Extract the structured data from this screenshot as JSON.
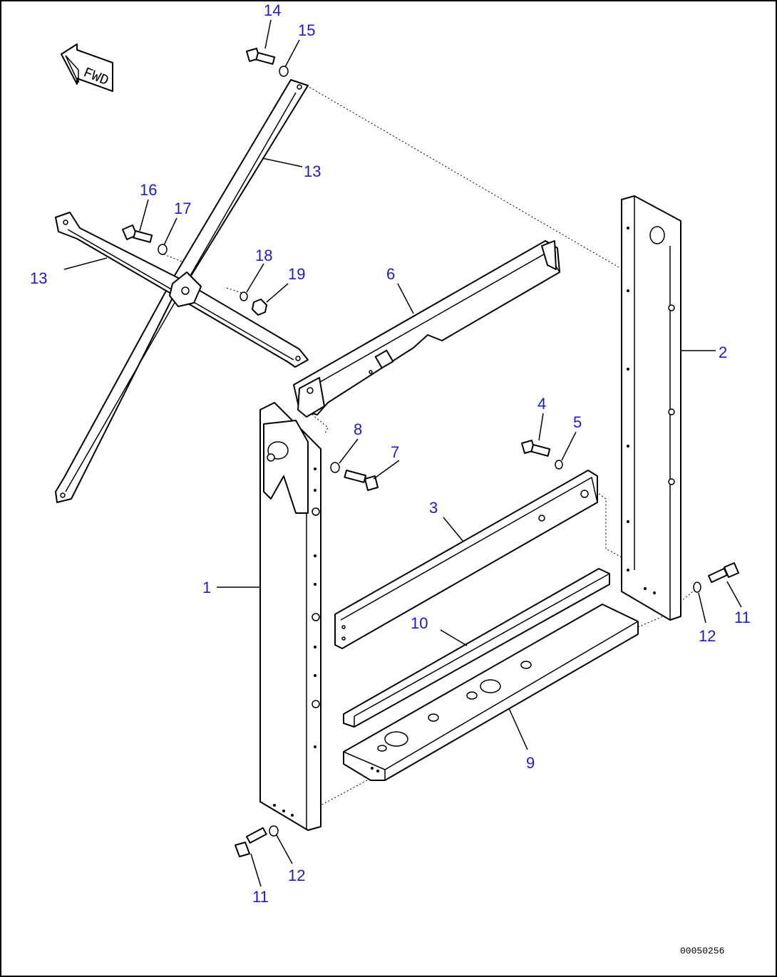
{
  "diagram": {
    "direction_label": "FWD",
    "drawing_code": "00050256",
    "callout_color": "#1a1ad6",
    "callouts": [
      {
        "id": "c14",
        "label": "14"
      },
      {
        "id": "c15",
        "label": "15"
      },
      {
        "id": "c13a",
        "label": "13"
      },
      {
        "id": "c16",
        "label": "16"
      },
      {
        "id": "c17",
        "label": "17"
      },
      {
        "id": "c13b",
        "label": "13"
      },
      {
        "id": "c18",
        "label": "18"
      },
      {
        "id": "c19",
        "label": "19"
      },
      {
        "id": "c6",
        "label": "6"
      },
      {
        "id": "c2",
        "label": "2"
      },
      {
        "id": "c4",
        "label": "4"
      },
      {
        "id": "c5",
        "label": "5"
      },
      {
        "id": "c8",
        "label": "8"
      },
      {
        "id": "c7",
        "label": "7"
      },
      {
        "id": "c3",
        "label": "3"
      },
      {
        "id": "c1",
        "label": "1"
      },
      {
        "id": "c10",
        "label": "10"
      },
      {
        "id": "c12a",
        "label": "12"
      },
      {
        "id": "c11a",
        "label": "11"
      },
      {
        "id": "c9",
        "label": "9"
      },
      {
        "id": "c12b",
        "label": "12"
      },
      {
        "id": "c11b",
        "label": "11"
      }
    ]
  }
}
